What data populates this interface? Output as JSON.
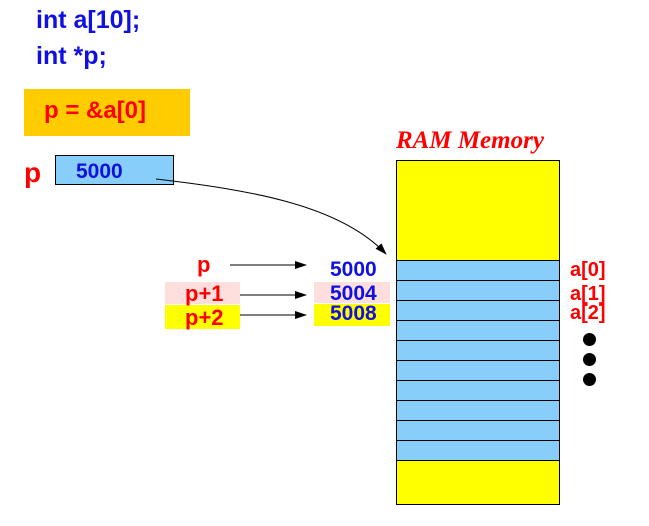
{
  "code": {
    "line1": "int a[10];",
    "line2": "int *p;",
    "assignment": "p = &a[0]"
  },
  "pointer_var": {
    "name": "p",
    "value": "5000"
  },
  "memory": {
    "title": "RAM Memory",
    "cell_count": 10
  },
  "pointers": [
    {
      "label": "p",
      "address": "5000",
      "element": "a[0]"
    },
    {
      "label": "p+1",
      "address": "5004",
      "element": "a[1]"
    },
    {
      "label": "p+2",
      "address": "5008",
      "element": "a[2]"
    }
  ],
  "colors": {
    "code_text": "#1010e0",
    "highlight_red": "#ff0000",
    "assign_box": "#ffcc00",
    "cell_blue": "#87cefa",
    "mem_yellow": "#ffff00",
    "pink_highlight": "#ffdede"
  },
  "ellipsis_icon": "vertical-dots-icon"
}
